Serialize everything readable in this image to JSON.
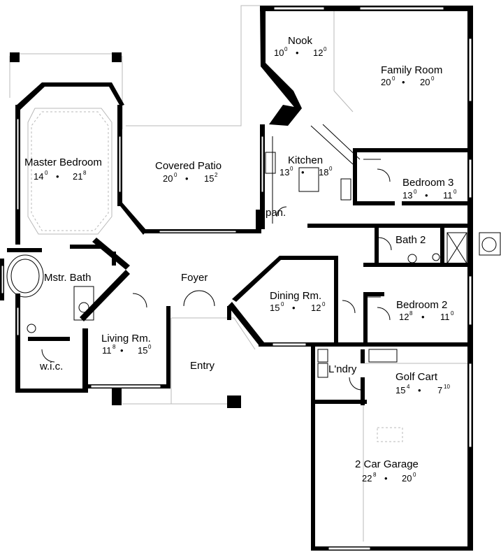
{
  "rooms": {
    "nook": {
      "name": "Nook",
      "w_ft": "10",
      "w_in": "0",
      "sep": "•",
      "d_ft": "12",
      "d_in": "0"
    },
    "family_room": {
      "name": "Family Room",
      "w_ft": "20",
      "w_in": "0",
      "sep": "•",
      "d_ft": "20",
      "d_in": "0"
    },
    "master_bedroom": {
      "name": "Master Bedroom",
      "w_ft": "14",
      "w_in": "0",
      "sep": "•",
      "d_ft": "21",
      "d_in": "8"
    },
    "covered_patio": {
      "name": "Covered Patio",
      "w_ft": "20",
      "w_in": "0",
      "sep": "•",
      "d_ft": "15",
      "d_in": "2"
    },
    "kitchen": {
      "name": "Kitchen",
      "w_ft": "13",
      "w_in": "0",
      "sep": "•",
      "d_ft": "18",
      "d_in": "0"
    },
    "bedroom_3": {
      "name": "Bedroom 3",
      "w_ft": "13",
      "w_in": "0",
      "sep": "•",
      "d_ft": "11",
      "d_in": "0"
    },
    "pantry": {
      "name": "pan."
    },
    "bath_2": {
      "name": "Bath 2"
    },
    "master_bath": {
      "name": "Mstr. Bath"
    },
    "foyer": {
      "name": "Foyer"
    },
    "dining_room": {
      "name": "Dining Rm.",
      "w_ft": "15",
      "w_in": "0",
      "sep": "•",
      "d_ft": "12",
      "d_in": "0"
    },
    "bedroom_2": {
      "name": "Bedroom 2",
      "w_ft": "12",
      "w_in": "8",
      "sep": "•",
      "d_ft": "11",
      "d_in": "0"
    },
    "living_room": {
      "name": "Living Rm.",
      "w_ft": "11",
      "w_in": "8",
      "sep": "•",
      "d_ft": "15",
      "d_in": "0"
    },
    "wic": {
      "name": "w.i.c."
    },
    "entry": {
      "name": "Entry"
    },
    "laundry": {
      "name": "L'ndry"
    },
    "golf_cart": {
      "name": "Golf Cart",
      "w_ft": "15",
      "w_in": "4",
      "sep": "•",
      "d_ft": "7",
      "d_in": "10"
    },
    "garage": {
      "name": "2 Car Garage",
      "w_ft": "22",
      "w_in": "8",
      "sep": "•",
      "d_ft": "20",
      "d_in": "0"
    }
  },
  "colors": {
    "wall": "#000000",
    "fixture": "#b8b8b8",
    "background": "#ffffff"
  }
}
